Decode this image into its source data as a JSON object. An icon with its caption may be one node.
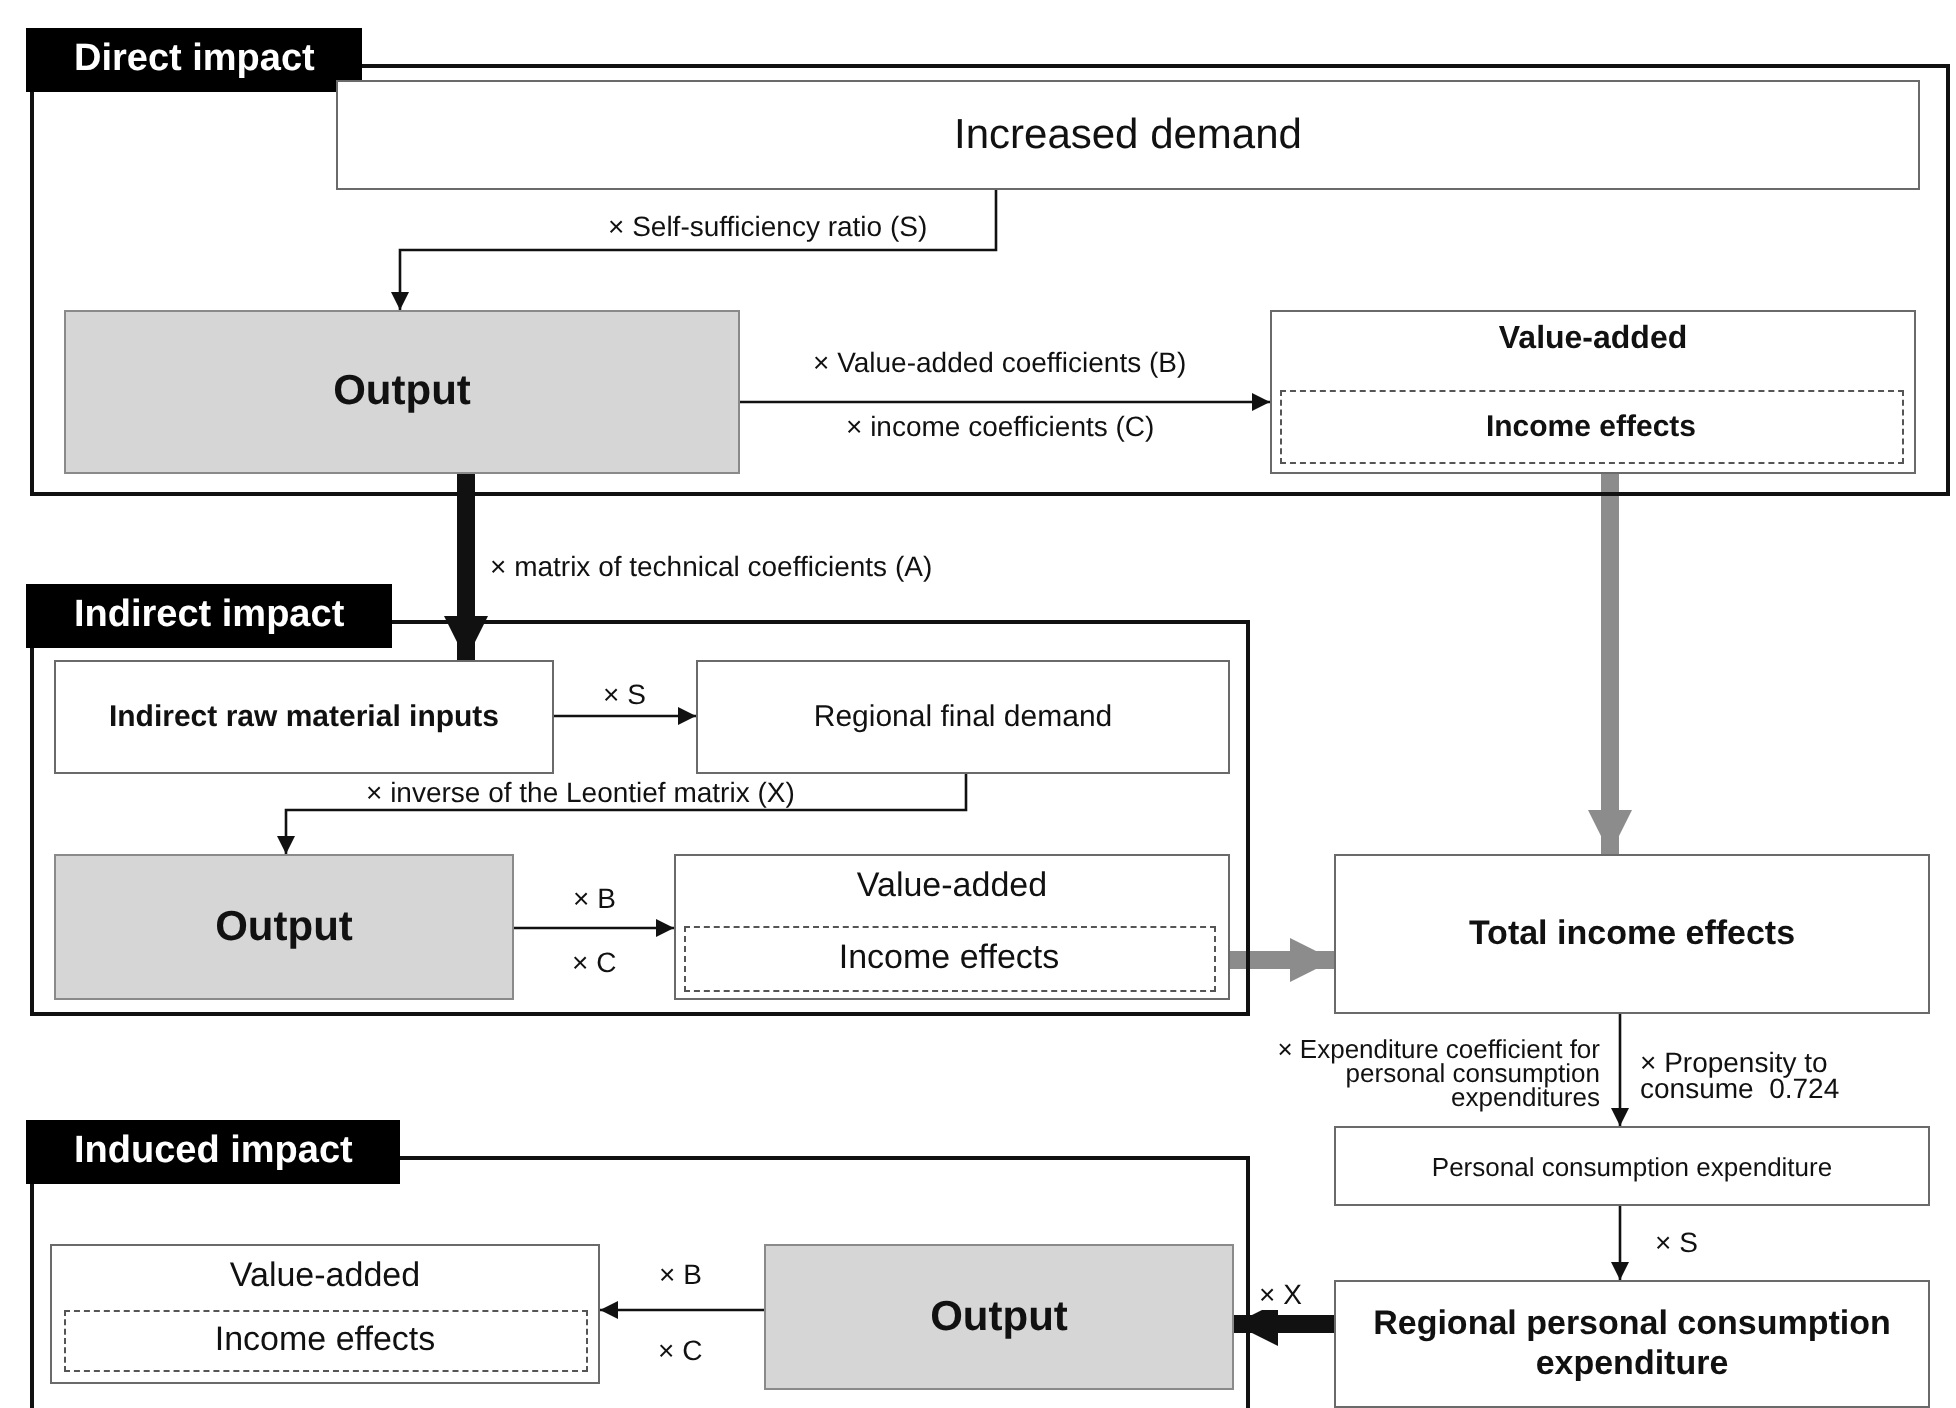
{
  "diagram": {
    "nodes": [
      {
        "text": [
          "Direct impact"
        ]
      },
      {
        "text": [
          "Increased demand"
        ],
        "in": 0
      },
      {
        "text": [
          "Output"
        ],
        "in": 0
      },
      {
        "text": [
          "Value-added"
        ],
        "in": 0
      },
      {
        "text": [
          "Income effects"
        ],
        "in": 3
      },
      {
        "text": [
          "Indirect impact"
        ]
      },
      {
        "text": [
          "Indirect raw material inputs"
        ],
        "in": 5
      },
      {
        "text": [
          "Regional final demand"
        ],
        "in": 5
      },
      {
        "text": [
          "Output"
        ],
        "in": 5
      },
      {
        "text": [
          "Value-added"
        ],
        "in": 5
      },
      {
        "text": [
          "Income effects"
        ],
        "in": 9
      },
      {
        "text": [
          "Total income effects"
        ]
      },
      {
        "text": [
          "Personal consumption expenditure"
        ]
      },
      {
        "text": [
          "Induced impact"
        ]
      },
      {
        "text": [
          "Value-added"
        ],
        "in": 13
      },
      {
        "text": [
          "Income effects"
        ],
        "in": 14
      },
      {
        "text": [
          "Output"
        ],
        "in": 13
      },
      {
        "text": [
          "Regional personal consumption expenditure"
        ]
      }
    ],
    "edges": [
      {
        "from": 1,
        "to": 2,
        "arrow": "to",
        "label": "× Self-sufficiency ratio (S)"
      },
      {
        "from": 2,
        "to": 3,
        "arrow": "to",
        "label": "× Value-added coefficients (B)"
      },
      {
        "from": 2,
        "to": 6,
        "arrow": "to",
        "label": "×  matrix of technical coefficients (A)",
        "style": "thick"
      },
      {
        "from": 6,
        "to": 7,
        "arrow": "to",
        "label": "× S"
      },
      {
        "from": 7,
        "to": 8,
        "arrow": "to",
        "label": "× inverse of the Leontief matrix (X)"
      },
      {
        "from": 8,
        "to": 9,
        "arrow": "to",
        "label": "× B"
      },
      {
        "from": 4,
        "to": 11,
        "arrow": "to",
        "style": "thick",
        "color": "#8c8c8c"
      },
      {
        "from": 10,
        "to": 11,
        "arrow": "to",
        "style": "thick",
        "color": "#8c8c8c"
      },
      {
        "from": 11,
        "to": 12,
        "arrow": "to",
        "label": "× Expenditure coefficient for personal consumption expenditures"
      },
      {
        "from": 12,
        "to": 17,
        "arrow": "to",
        "label": "× S"
      },
      {
        "from": 17,
        "to": 16,
        "arrow": "to",
        "label": "× X",
        "style": "thick"
      },
      {
        "from": 16,
        "to": 14,
        "arrow": "to",
        "label": "× B"
      }
    ],
    "labels": [
      "× income coefficients (C)",
      "× C",
      "× Propensity to consume  0.724",
      "× C"
    ]
  }
}
